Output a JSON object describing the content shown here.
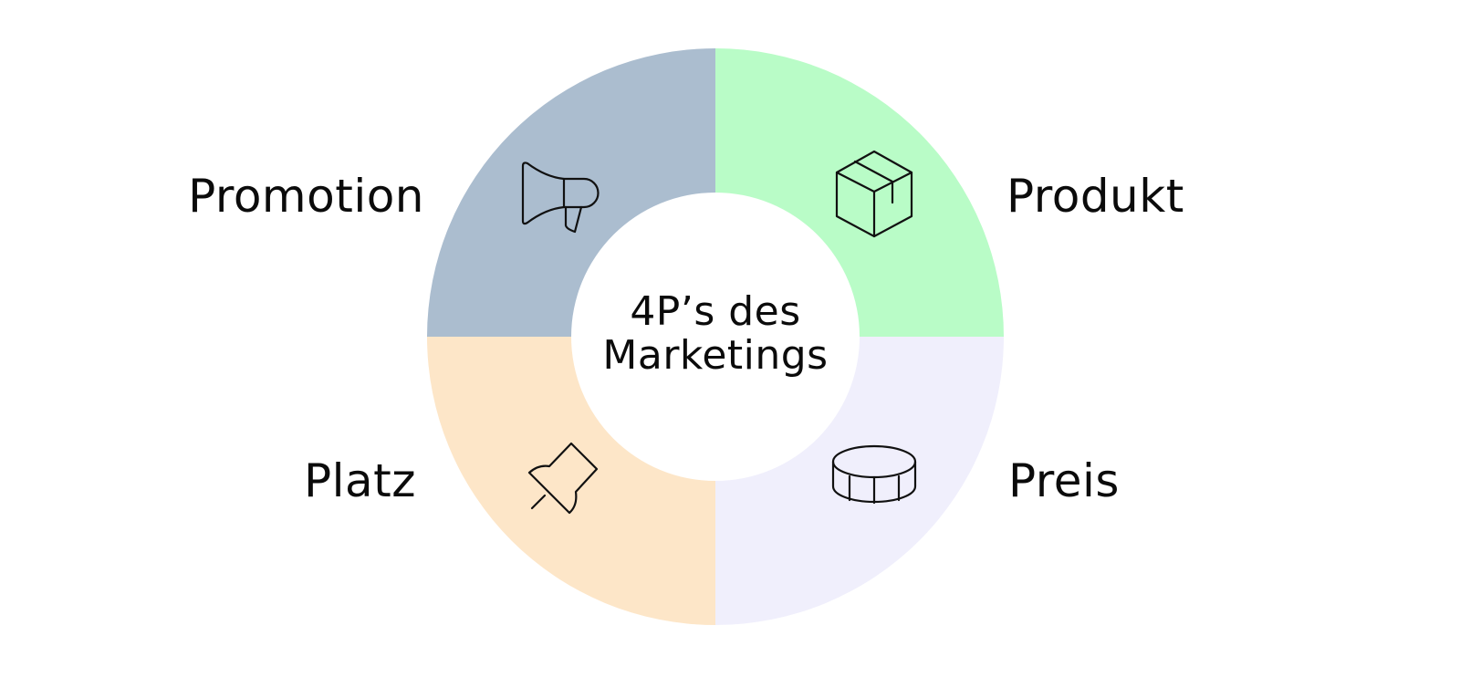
{
  "diagram": {
    "center": {
      "line1": "4P’s des",
      "line2": "Marketings"
    },
    "segments": [
      {
        "key": "promotion",
        "label": "Promotion",
        "icon": "megaphone-icon",
        "color": "#abbdcf"
      },
      {
        "key": "produkt",
        "label": "Produkt",
        "icon": "box-icon",
        "color": "#b9fcc7"
      },
      {
        "key": "platz",
        "label": "Platz",
        "icon": "pushpin-icon",
        "color": "#fde6c8"
      },
      {
        "key": "preis",
        "label": "Preis",
        "icon": "coin-icon",
        "color": "#f0effc"
      }
    ]
  }
}
